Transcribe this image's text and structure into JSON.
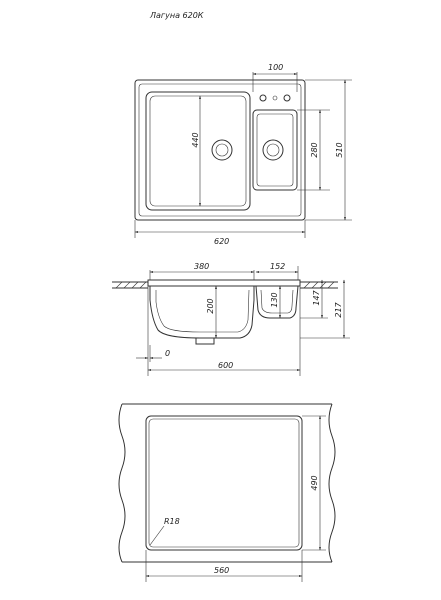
{
  "title": "Лагуна 620К",
  "top_view": {
    "dim_100": "100",
    "dim_440": "440",
    "dim_280": "280",
    "dim_510": "510",
    "dim_620": "620"
  },
  "section_view": {
    "dim_380": "380",
    "dim_152": "152",
    "dim_200": "200",
    "dim_130": "130",
    "dim_147": "147",
    "dim_217": "217",
    "dim_0": "0",
    "dim_600": "600"
  },
  "cutout_view": {
    "dim_490": "490",
    "dim_radius": "R18",
    "dim_560": "560"
  }
}
